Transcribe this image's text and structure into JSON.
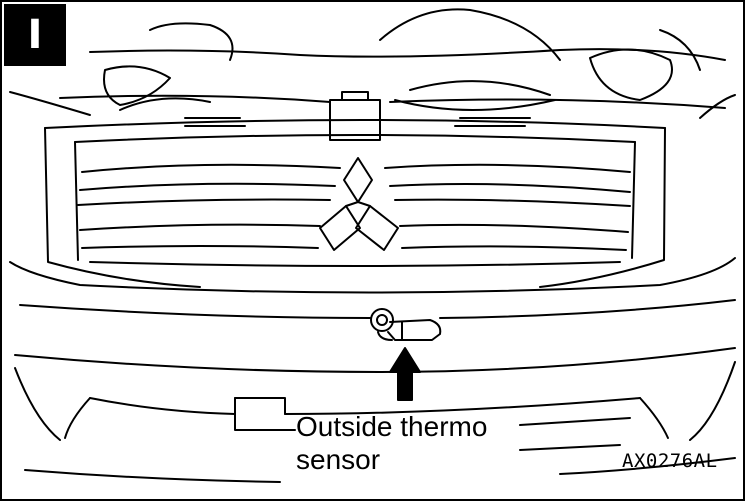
{
  "figure": {
    "badge_label": "I",
    "callout_line1": "Outside thermo",
    "callout_line2": "sensor",
    "reference_code": "AX0276AL"
  },
  "icons": {
    "badge": "section-marker-icon",
    "emblem": "three-diamond-emblem-icon",
    "arrow": "up-arrow-icon",
    "sensor": "thermo-sensor-icon"
  }
}
